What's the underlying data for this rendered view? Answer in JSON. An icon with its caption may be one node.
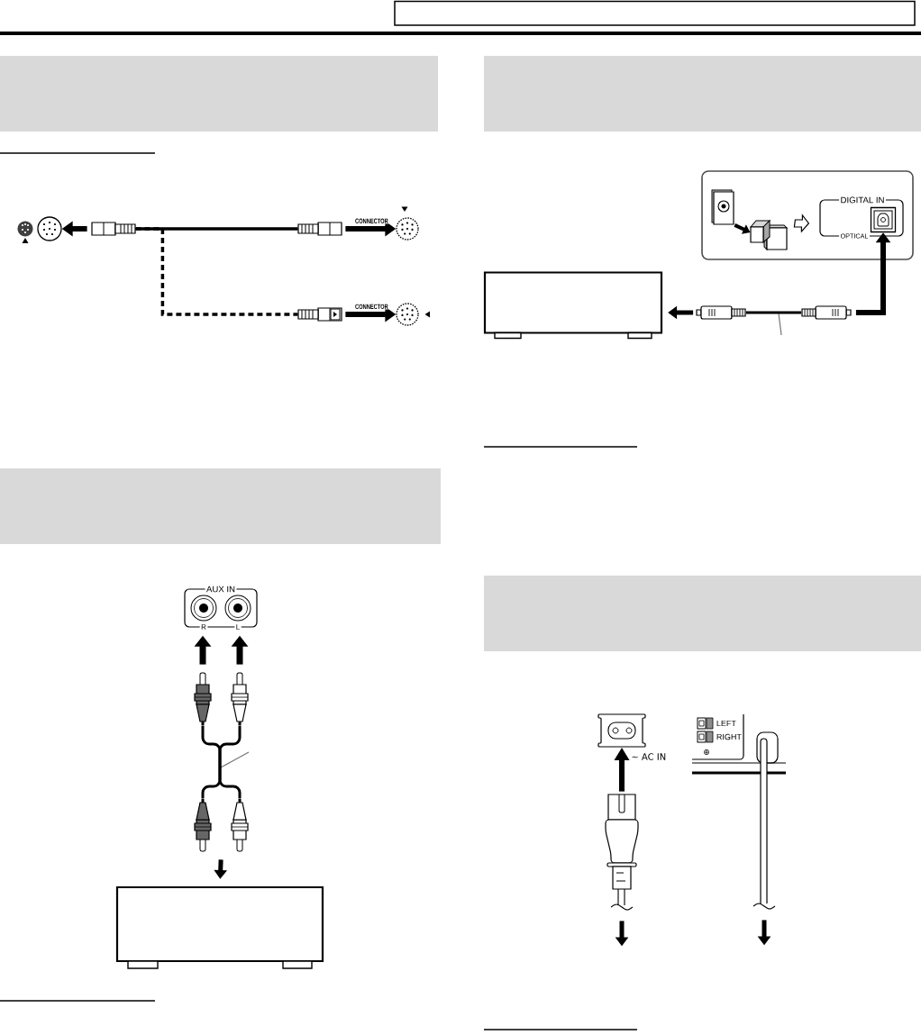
{
  "diagram": {
    "nodes": [
      {
        "text": [],
        "shape": "band"
      },
      {
        "text": [],
        "shape": "circle"
      },
      {
        "text": [],
        "shape": "plug"
      },
      {
        "text": [],
        "shape": "plug"
      },
      {
        "text": [],
        "shape": "circle"
      },
      {
        "text": [],
        "shape": "plug"
      },
      {
        "text": [],
        "shape": "circle"
      },
      {
        "text": [],
        "shape": "band"
      },
      {
        "text": [
          "AUX IN"
        ]
      },
      {
        "text": [
          "R"
        ],
        "in": 8
      },
      {
        "text": [
          "L"
        ],
        "in": 8
      },
      {
        "text": [],
        "shape": "plug"
      },
      {
        "text": [],
        "shape": "plug"
      },
      {
        "text": [],
        "shape": "plug"
      },
      {
        "text": [],
        "shape": "plug"
      },
      {
        "text": [],
        "shape": "box"
      },
      {
        "text": [],
        "shape": "band"
      },
      {
        "text": [],
        "shape": "box"
      },
      {
        "text": [],
        "shape": "picture",
        "in": 17
      },
      {
        "text": [],
        "shape": "picture",
        "in": 17
      },
      {
        "text": [
          "DIGITAL IN",
          "OPTICAL"
        ],
        "in": 17
      },
      {
        "text": [],
        "shape": "box",
        "in": 20
      },
      {
        "text": [],
        "shape": "box"
      },
      {
        "text": [],
        "shape": "plug"
      },
      {
        "text": [],
        "shape": "plug"
      },
      {
        "text": [],
        "shape": "band"
      },
      {
        "text": [
          "∼ AC IN"
        ]
      },
      {
        "text": [],
        "shape": "plug"
      },
      {
        "text": [
          "LEFT",
          "RIGHT",
          "⊕"
        ]
      },
      {
        "text": [],
        "shape": "cord"
      }
    ],
    "edges": [
      {
        "from": 2,
        "to": 1,
        "arrow": "to"
      },
      {
        "from": 2,
        "to": 5,
        "arrow": "none",
        "style": "dashed"
      },
      {
        "from": 2,
        "to": 3,
        "arrow": "none"
      },
      {
        "from": 3,
        "to": 4,
        "arrow": "to",
        "label": "CONNECTOR"
      },
      {
        "from": 5,
        "to": 6,
        "arrow": "to",
        "label": "CONNECTOR"
      },
      {
        "from": 11,
        "to": 9,
        "arrow": "to"
      },
      {
        "from": 12,
        "to": 10,
        "arrow": "to"
      },
      {
        "from": 13,
        "to": 11,
        "arrow": "none"
      },
      {
        "from": 14,
        "to": 12,
        "arrow": "none"
      },
      {
        "from": 13,
        "to": 15,
        "arrow": "to"
      },
      {
        "from": 18,
        "to": 19,
        "arrow": "to"
      },
      {
        "from": 19,
        "to": 20,
        "arrow": "to"
      },
      {
        "from": 23,
        "to": 22,
        "arrow": "to"
      },
      {
        "from": 23,
        "to": 24,
        "arrow": "none"
      },
      {
        "from": 24,
        "to": 21,
        "arrow": "to"
      },
      {
        "from": 27,
        "to": 26,
        "arrow": "to"
      },
      {
        "from": 27,
        "to": null,
        "arrow": "to"
      },
      {
        "from": 29,
        "to": null,
        "arrow": "to"
      },
      {
        "from": 14,
        "to": 15,
        "arrow": "to"
      }
    ]
  }
}
